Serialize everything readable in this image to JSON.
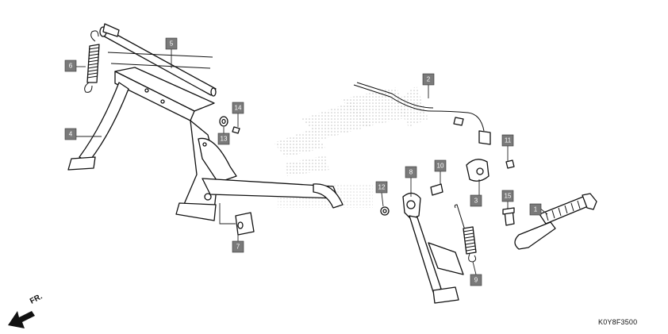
{
  "diagram": {
    "code": "K0Y8F3500",
    "front_indicator": "FR.",
    "callouts": [
      "1",
      "2",
      "3",
      "4",
      "5",
      "6",
      "7",
      "8",
      "9",
      "10",
      "11",
      "12",
      "13",
      "14",
      "15"
    ],
    "colors": {
      "callout_fill": "#7a7a7a",
      "callout_text": "#ffffff",
      "line": "#111111",
      "watermark": "#c8c8c8"
    }
  }
}
